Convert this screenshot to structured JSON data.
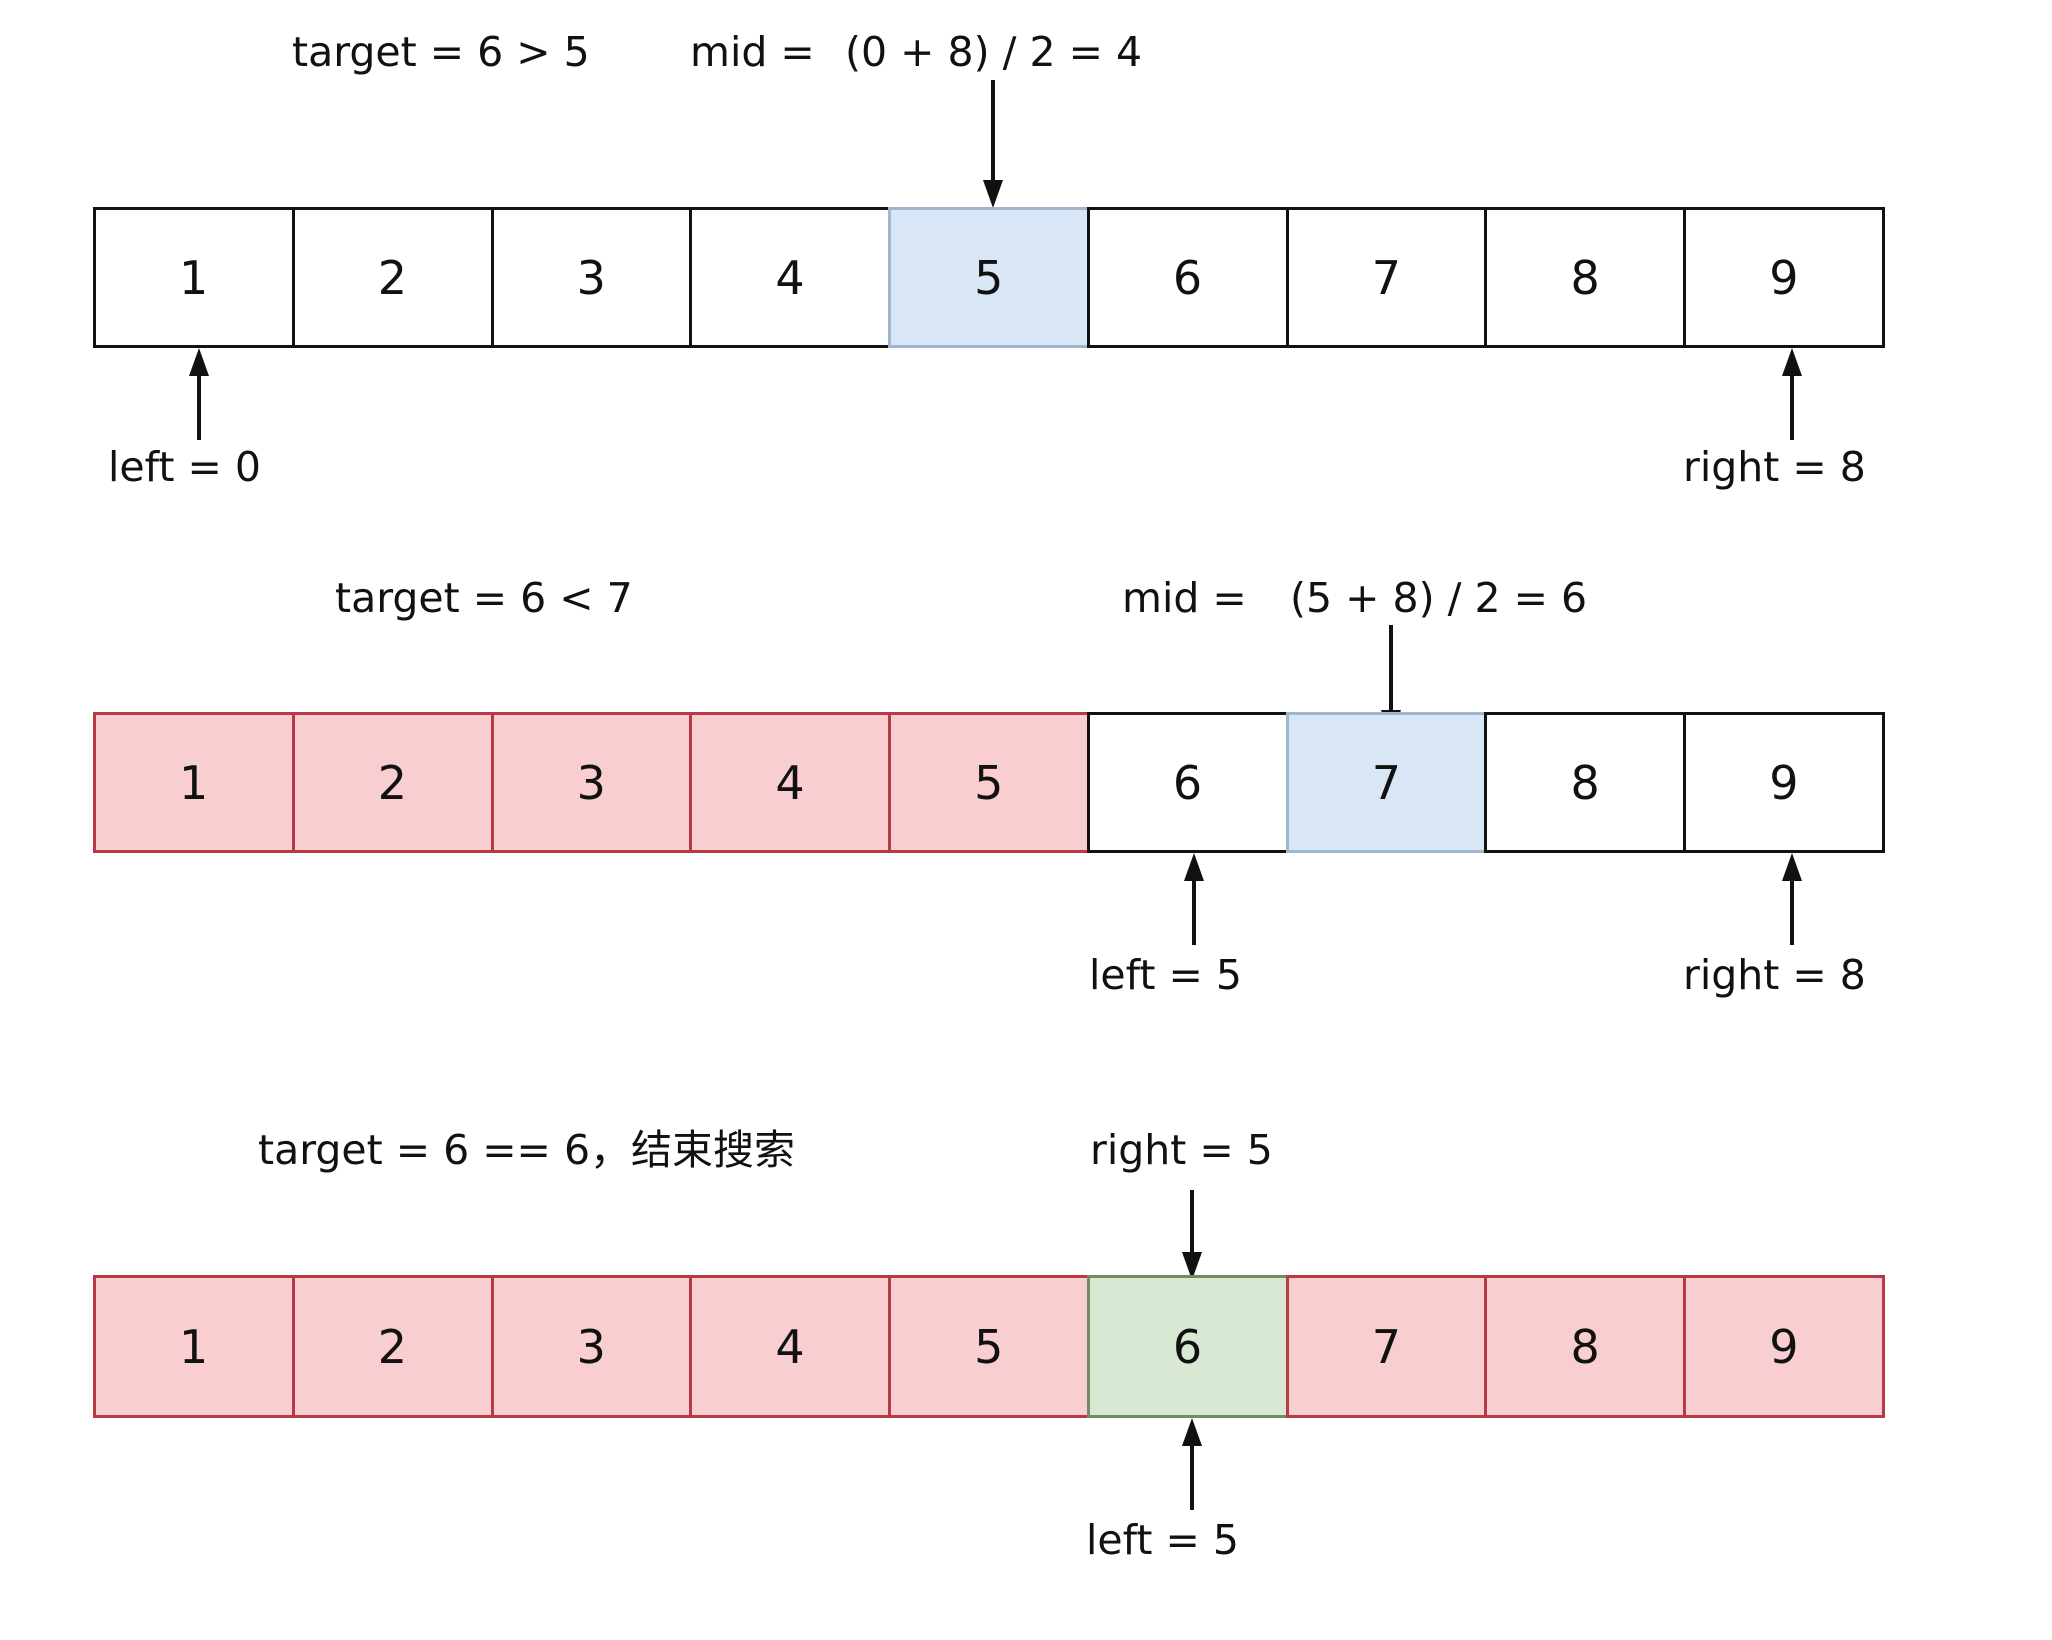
{
  "diagram": {
    "title": "binary-search-steps",
    "colors": {
      "plain_fill": "#ffffff",
      "plain_border": "#121212",
      "mid_fill": "#d9e6f6",
      "mid_border": "#9fb6cf",
      "excluded_fill": "#f8ced0",
      "excluded_border": "#b83a44",
      "found_fill": "#d9e8d3",
      "found_border": "#6d8f62",
      "text": "#111111",
      "background": "#ffffff"
    },
    "array_values": [
      "1",
      "2",
      "3",
      "4",
      "5",
      "6",
      "7",
      "8",
      "9"
    ],
    "steps": [
      {
        "id": "step-1",
        "cells": [
          {
            "value": "1",
            "state": "plain"
          },
          {
            "value": "2",
            "state": "plain"
          },
          {
            "value": "3",
            "state": "plain"
          },
          {
            "value": "4",
            "state": "plain"
          },
          {
            "value": "5",
            "state": "mid"
          },
          {
            "value": "6",
            "state": "plain"
          },
          {
            "value": "7",
            "state": "plain"
          },
          {
            "value": "8",
            "state": "plain"
          },
          {
            "value": "9",
            "state": "plain"
          }
        ],
        "comparison_label": "target = 6 > 5",
        "mid_prefix_label": "mid =",
        "mid_expression_label": "(0 + 8)  / 2 = 4",
        "left_label": "left = 0",
        "right_label": "right = 8",
        "mid_index": 4,
        "left_index": 0,
        "right_index": 8
      },
      {
        "id": "step-2",
        "cells": [
          {
            "value": "1",
            "state": "excluded"
          },
          {
            "value": "2",
            "state": "excluded"
          },
          {
            "value": "3",
            "state": "excluded"
          },
          {
            "value": "4",
            "state": "excluded"
          },
          {
            "value": "5",
            "state": "excluded"
          },
          {
            "value": "6",
            "state": "plain"
          },
          {
            "value": "7",
            "state": "mid"
          },
          {
            "value": "8",
            "state": "plain"
          },
          {
            "value": "9",
            "state": "plain"
          }
        ],
        "comparison_label": "target = 6 < 7",
        "mid_prefix_label": "mid =",
        "mid_expression_label": "(5 + 8)  / 2 = 6",
        "left_label": "left = 5",
        "right_label": "right = 8",
        "mid_index": 6,
        "left_index": 5,
        "right_index": 8
      },
      {
        "id": "step-3",
        "cells": [
          {
            "value": "1",
            "state": "excluded"
          },
          {
            "value": "2",
            "state": "excluded"
          },
          {
            "value": "3",
            "state": "excluded"
          },
          {
            "value": "4",
            "state": "excluded"
          },
          {
            "value": "5",
            "state": "excluded"
          },
          {
            "value": "6",
            "state": "found"
          },
          {
            "value": "7",
            "state": "excluded"
          },
          {
            "value": "8",
            "state": "excluded"
          },
          {
            "value": "9",
            "state": "excluded"
          }
        ],
        "comparison_label": "target = 6 == 6，结束搜索",
        "right_label": "right = 5",
        "left_label": "left = 5",
        "found_index": 5,
        "left_index": 5,
        "right_index": 5
      }
    ]
  }
}
